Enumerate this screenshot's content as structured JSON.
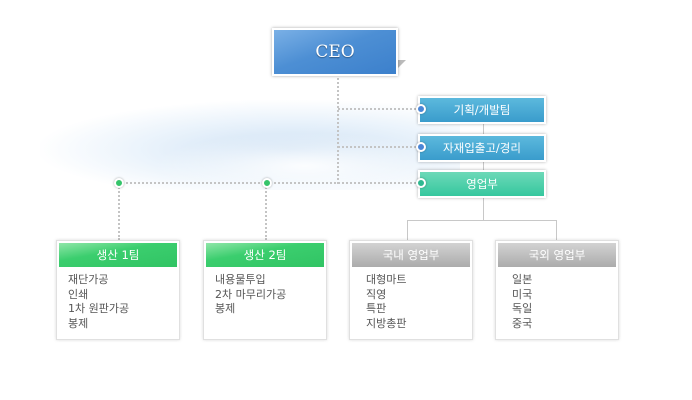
{
  "ceo": {
    "label": "CEO"
  },
  "staff": [
    {
      "label": "기획/개발팀",
      "color": "#3a9ccc"
    },
    {
      "label": "자재입출고/경리",
      "color": "#3a9ccc"
    },
    {
      "label": "영업부",
      "color": "#35c79e"
    }
  ],
  "teams": [
    {
      "label": "생산 1팀",
      "items": [
        "재단가공",
        "인쇄",
        "1차 원판가공",
        "봉제"
      ],
      "color": "#31c464"
    },
    {
      "label": "생산 2팀",
      "items": [
        "내용물투입",
        "2차 마무리가공",
        "봉제"
      ],
      "color": "#31c464"
    },
    {
      "label": "국내 영업부",
      "items": [
        "대형마트",
        "직영",
        "특판",
        "지방총판"
      ],
      "color": "#ababab"
    },
    {
      "label": "국외 영업부",
      "items": [
        "일본",
        "미국",
        "독일",
        "중국"
      ],
      "color": "#ababab"
    }
  ]
}
